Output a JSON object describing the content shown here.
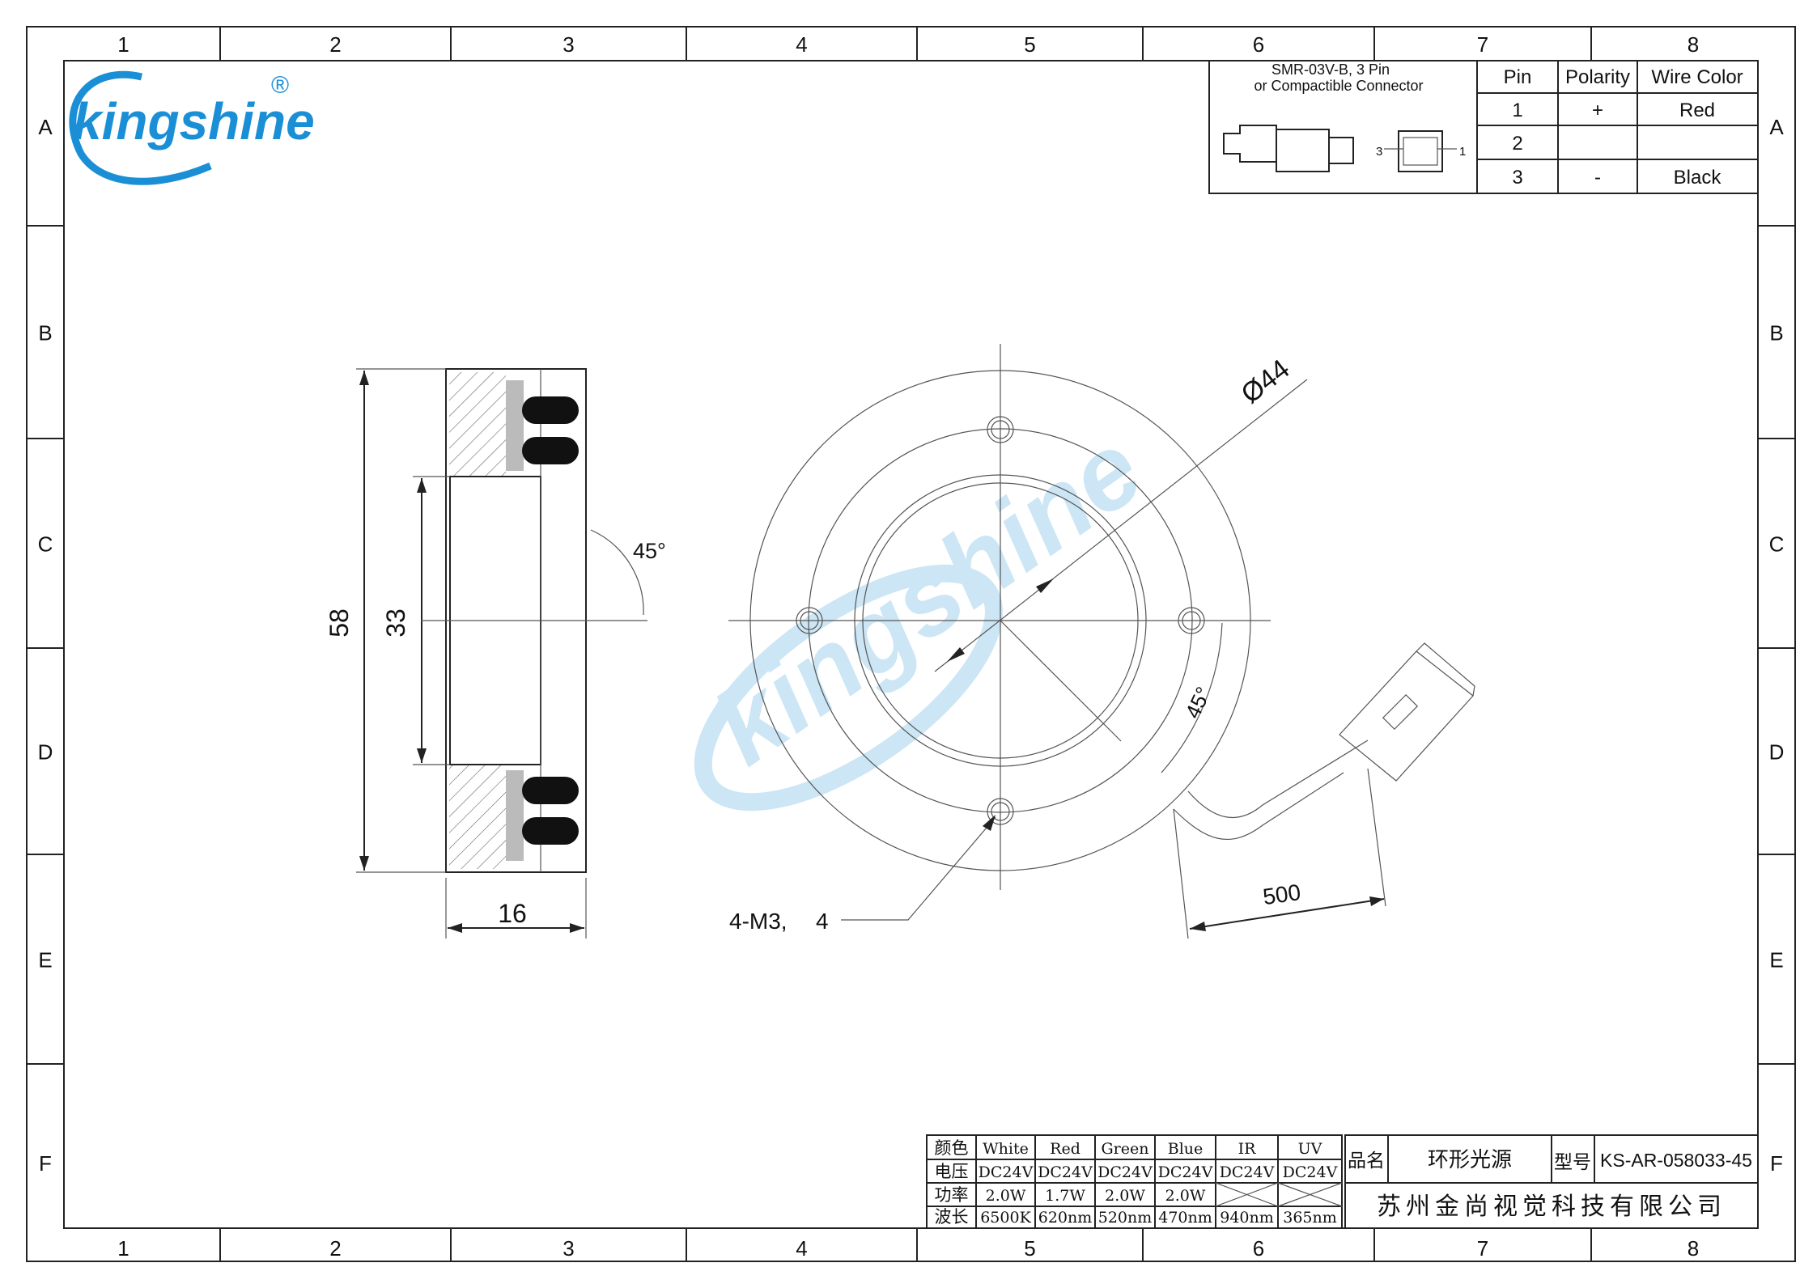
{
  "grid": {
    "columns": [
      "1",
      "2",
      "3",
      "4",
      "5",
      "6",
      "7",
      "8"
    ],
    "rows": [
      "A",
      "B",
      "C",
      "D",
      "E",
      "F"
    ]
  },
  "logo": {
    "text": "kingshine",
    "registered": "®"
  },
  "connector": {
    "title_line1": "SMR-03V-B, 3 Pin",
    "title_line2": "or Compactible Connector",
    "pin_label_left": "3",
    "pin_label_right": "1",
    "headers": [
      "Pin",
      "Polarity",
      "Wire Color"
    ],
    "rows": [
      [
        "1",
        "+",
        "Red"
      ],
      [
        "2",
        "",
        ""
      ],
      [
        "3",
        "-",
        "Black"
      ]
    ]
  },
  "dimensions": {
    "height_outer": "58",
    "height_inner": "33",
    "width": "16",
    "angle_side": "45°",
    "diameter": "Ø44",
    "angle_front": "45°",
    "holes": "4-M3,",
    "hole_depth": "4",
    "cable_length": "500"
  },
  "spec_table": {
    "rows": [
      [
        "颜色",
        "White",
        "Red",
        "Green",
        "Blue",
        "IR",
        "UV"
      ],
      [
        "电压",
        "DC24V",
        "DC24V",
        "DC24V",
        "DC24V",
        "DC24V",
        "DC24V"
      ],
      [
        "功率",
        "2.0W",
        "1.7W",
        "2.0W",
        "2.0W",
        "",
        ""
      ],
      [
        "波长",
        "6500K",
        "620nm",
        "520nm",
        "470nm",
        "940nm",
        "365nm"
      ]
    ]
  },
  "title_block": {
    "name_label": "品名",
    "name_value": "环形光源",
    "model_label": "型号",
    "model_value": "KS-AR-058033-45",
    "company": "苏州金尚视觉科技有限公司"
  }
}
